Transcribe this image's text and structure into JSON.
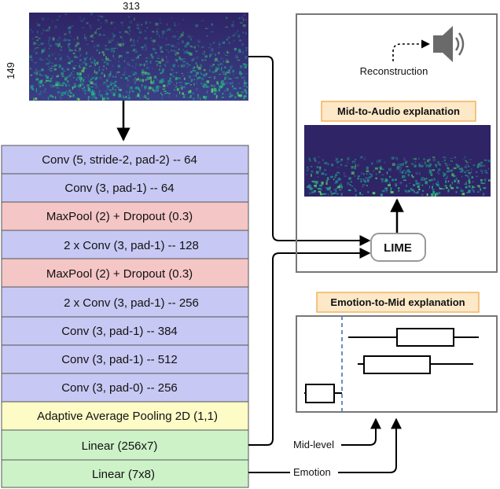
{
  "input": {
    "width_label": "313",
    "height_label": "149"
  },
  "layers": [
    {
      "label": "Conv (5, stride-2, pad-2) -- 64",
      "color": "#c8c8f4"
    },
    {
      "label": "Conv (3, pad-1) -- 64",
      "color": "#c8c8f4"
    },
    {
      "label": "MaxPool (2) + Dropout (0.3)",
      "color": "#f5c6c6"
    },
    {
      "label": "2 x Conv (3, pad-1) -- 128",
      "color": "#c8c8f4"
    },
    {
      "label": "MaxPool (2) + Dropout (0.3)",
      "color": "#f5c6c6"
    },
    {
      "label": "2 x Conv (3, pad-1) -- 256",
      "color": "#c8c8f4"
    },
    {
      "label": "Conv (3, pad-1) -- 384",
      "color": "#c8c8f4"
    },
    {
      "label": "Conv (3, pad-1) -- 512",
      "color": "#c8c8f4"
    },
    {
      "label": "Conv (3, pad-0) -- 256",
      "color": "#c8c8f4"
    },
    {
      "label": "Adaptive Average Pooling 2D (1,1)",
      "color": "#fdfbc6"
    },
    {
      "label": "Linear (256x7)",
      "color": "#cdf2c8"
    },
    {
      "label": "Linear (7x8)",
      "color": "#cdf2c8"
    }
  ],
  "outputs": {
    "mid_level": "Mid-level",
    "emotion": "Emotion"
  },
  "lime": {
    "label": "LIME"
  },
  "mid_to_audio": {
    "title": "Mid-to-Audio explanation",
    "reconstruction": "Reconstruction",
    "speaker_icon": "speaker-icon"
  },
  "emotion_to_mid": {
    "title": "Emotion-to-Mid explanation"
  },
  "colors": {
    "spectrogram_bg": "#3b2a70",
    "spectrogram_hot": "#35b779",
    "title_box": "#fde8c8",
    "title_border": "#f2b25f",
    "dashed_line": "#5b7ec9"
  }
}
